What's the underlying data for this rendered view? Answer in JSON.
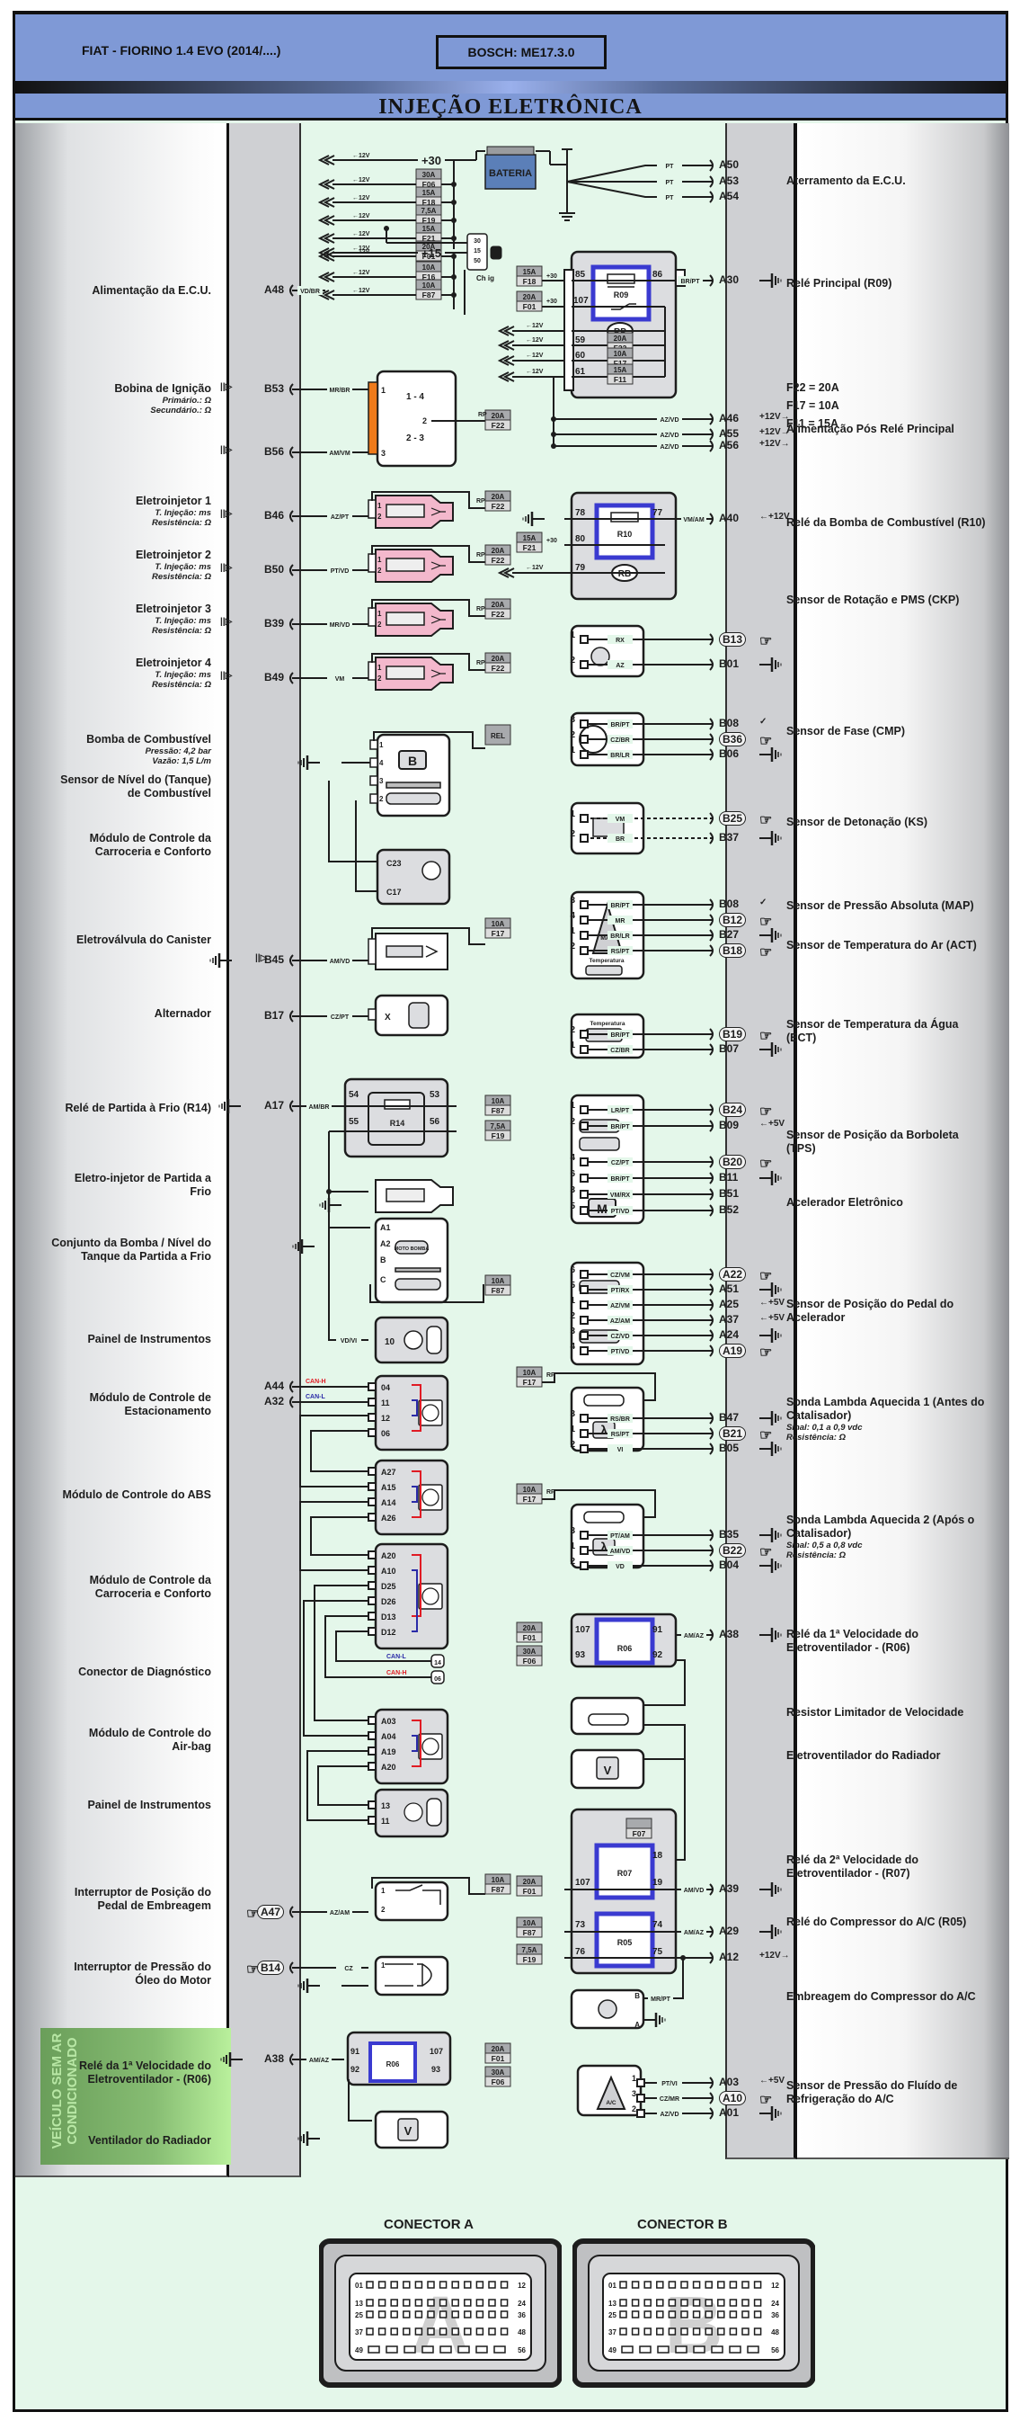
{
  "header": {
    "vehicle": "FIAT - FIORINO 1.4 EVO (2014/....)",
    "ecu": "BOSCH: ME17.3.0",
    "section_title": "INJEÇÃO ELETRÔNICA"
  },
  "colors": {
    "header_blue": "#7f99d6",
    "diagram_bg": "#e4f7ea",
    "relay_highlight": "#3a3ad0",
    "injector_pink": "#f3b8cc",
    "can_h": "#e01b24",
    "can_l": "#2b2ba8",
    "battery": "#5b7fb8",
    "ac_green": "#87bd73"
  },
  "left_components": [
    {
      "title": "Alimentação da E.C.U.",
      "pin": "A48",
      "wire": "VD/BR"
    },
    {
      "title": "Bobina de Ignição",
      "lines": [
        "Primário.: Ω",
        "Secundário.: Ω"
      ],
      "pins": [
        "B53",
        "B56"
      ],
      "wires": [
        "MR/BR",
        "AM/VM"
      ],
      "coil_pairs": [
        "1 - 4",
        "2 - 3"
      ]
    },
    {
      "title": "Eletroinjetor 1",
      "lines": [
        "T. Injeção: ms",
        "Resistência: Ω"
      ],
      "pin": "B46",
      "wire": "AZ/PT"
    },
    {
      "title": "Eletroinjetor 2",
      "lines": [
        "T. Injeção: ms",
        "Resistência: Ω"
      ],
      "pin": "B50",
      "wire": "PT/VD"
    },
    {
      "title": "Eletroinjetor 3",
      "lines": [
        "T. Injeção: ms",
        "Resistência: Ω"
      ],
      "pin": "B39",
      "wire": "MR/VD"
    },
    {
      "title": "Eletroinjetor 4",
      "lines": [
        "T. Injeção: ms",
        "Resistência: Ω"
      ],
      "pin": "B49",
      "wire": "VM"
    },
    {
      "title": "Bomba de Combustível",
      "lines": [
        "Pressão: 4,2 bar",
        "Vazão: 1,5 L/m"
      ]
    },
    {
      "title": "Sensor de Nível do (Tanque) de Combustível"
    },
    {
      "title": "Módulo de Controle da Carroceria e Conforto",
      "pins": [
        "C23",
        "C17"
      ]
    },
    {
      "title": "Eletroválvula do Canister",
      "pin": "B45",
      "wire": "AM/VD"
    },
    {
      "title": "Alternador",
      "pin": "B17",
      "wire": "CZ/PT"
    },
    {
      "title": "Relé de Partida à Frio (R14)",
      "pin": "A17",
      "wire": "AM/BR"
    },
    {
      "title": "Eletro-injetor de Partida a Frio"
    },
    {
      "title": "Conjunto da Bomba / Nível do Tanque da Partida a Frio",
      "pump_label": "MOTO BOMBA"
    },
    {
      "title": "Painel de Instrumentos",
      "wire": "VD/VI",
      "pins": [
        "10"
      ]
    },
    {
      "title": "Módulo de Controle de Estacionamento",
      "ecu_pins": [
        "A44",
        "A32"
      ],
      "pins": [
        "04",
        "11",
        "12",
        "06"
      ]
    },
    {
      "title": "Módulo de Controle do ABS",
      "pins": [
        "A27",
        "A15",
        "A14",
        "A26"
      ]
    },
    {
      "title": "Módulo de Controle da Carroceria e Conforto",
      "pins": [
        "A20",
        "A10",
        "D25",
        "D26",
        "D13",
        "D12"
      ]
    },
    {
      "title": "Conector de Diagnóstico",
      "pins": [
        "14",
        "06"
      ]
    },
    {
      "title": "Módulo de Controle do Air-bag",
      "pins": [
        "A03",
        "A04",
        "A19",
        "A20"
      ]
    },
    {
      "title": "Painel de Instrumentos",
      "pins": [
        "13",
        "11"
      ]
    },
    {
      "title": "Interruptor de Posição do Pedal de Embreagem",
      "pin": "A47",
      "wire": "AZ/AM"
    },
    {
      "title": "Interruptor de Pressão do Óleo do Motor",
      "pin": "B14",
      "wire": "CZ"
    }
  ],
  "ac_section": {
    "vertical_label": "VEÍCULO SEM AR CONDICIONADO",
    "items": [
      "Relé da 1ª Velocidade do Eletroventilador - (R06)",
      "Ventilador do Radiador"
    ],
    "pin": "A38",
    "wire": "AM/AZ"
  },
  "right_components": [
    {
      "title": "Aterramento da E.C.U.",
      "pins": [
        "A50",
        "A53",
        "A54"
      ],
      "wire": "PT"
    },
    {
      "title": "Relé Principal (R09)",
      "pins": [
        "A30"
      ],
      "wire": "BR/PT"
    },
    {
      "title": "F22 = 20A"
    },
    {
      "title": "F17 = 10A"
    },
    {
      "title": "F11 = 15A"
    },
    {
      "title": "Alimentação Pós Relé Principal",
      "pins": [
        "A46",
        "A55",
        "A56"
      ],
      "wire": "AZ/VD"
    },
    {
      "title": "Relé da Bomba de Combustível (R10)",
      "pins": [
        "A40"
      ],
      "wire": "VM/AM"
    },
    {
      "title": "Sensor de Rotação e PMS (CKP)",
      "pins": [
        "B13",
        "B01"
      ],
      "wires": [
        "RX",
        "AZ"
      ]
    },
    {
      "title": "Sensor de Fase (CMP)",
      "pins": [
        "B08",
        "B36",
        "B06"
      ],
      "wires": [
        "BR/PT",
        "CZ/BR",
        "BR/LR"
      ]
    },
    {
      "title": "Sensor de Detonação (KS)",
      "pins": [
        "B25",
        "B37"
      ],
      "wires": [
        "VM",
        "BR"
      ]
    },
    {
      "title": "Sensor de Pressão Absoluta (MAP)",
      "pins": [
        "B08",
        "B12"
      ],
      "wires": [
        "BR/PT",
        "MR"
      ]
    },
    {
      "title": "Sensor de Temperatura do Ar (ACT)",
      "pins": [
        "B27",
        "B18"
      ],
      "wires": [
        "BR/LR",
        "RS/PT"
      ]
    },
    {
      "title": "Sensor de Temperatura da Água (ECT)",
      "pins": [
        "B19",
        "B07"
      ],
      "wires": [
        "BR/PT",
        "CZ/BR"
      ]
    },
    {
      "title": "Sensor de Posição da Borboleta (TPS)",
      "pins": [
        "B24",
        "B09",
        "B20",
        "B11"
      ],
      "wires": [
        "LR/PT",
        "BR/PT",
        "CZ/PT",
        "BR/PT"
      ]
    },
    {
      "title": "Acelerador Eletrônico",
      "pins": [
        "B51",
        "B52"
      ],
      "wires": [
        "VM/RX",
        "PT/VD"
      ]
    },
    {
      "title": "Sensor de Posição do Pedal do Acelerador",
      "pins": [
        "A22",
        "A51",
        "A25",
        "A37",
        "A24",
        "A19"
      ],
      "wires": [
        "CZ/VM",
        "PT/RX",
        "AZ/VM",
        "AZ/AM",
        "CZ/VD",
        "PT/VD"
      ]
    },
    {
      "title": "Sonda Lambda Aquecida 1 (Antes do Catalisador)",
      "lines": [
        "Sinal: 0,1 a 0,9 vdc",
        "Resistência: Ω"
      ],
      "pins": [
        "B47",
        "B21",
        "B05"
      ],
      "wires": [
        "RS/BR",
        "RS/PT",
        "VI"
      ]
    },
    {
      "title": "Sonda Lambda Aquecida 2 (Após o Catalisador)",
      "lines": [
        "Sinal: 0,5 a 0,8 vdc",
        "Resistência: Ω"
      ],
      "pins": [
        "B35",
        "B22",
        "B04"
      ],
      "wires": [
        "PT/AM",
        "AM/VD",
        "VD"
      ]
    },
    {
      "title": "Relé da 1ª Velocidade do Eletroventilador - (R06)",
      "pins": [
        "A38"
      ],
      "wire": "AM/AZ"
    },
    {
      "title": "Resistor Limitador de Velocidade"
    },
    {
      "title": "Eletroventilador do Radiador"
    },
    {
      "title": "Relé da 2ª Velocidade do Eletroventilador - (R07)",
      "pins": [
        "A39"
      ],
      "wire": "AM/VD"
    },
    {
      "title": "Relé do Compressor do A/C (R05)",
      "pins": [
        "A29",
        "A12"
      ],
      "wire": "AM/AZ"
    },
    {
      "title": "Embreagem do Compressor do A/C",
      "wire": "MR/PT"
    },
    {
      "title": "Sensor de Pressão do Fluído de Refrigeração do A/C",
      "pins": [
        "A03",
        "A10",
        "A01"
      ],
      "wires": [
        "PT/VI",
        "CZ/MR",
        "AZ/VD"
      ]
    }
  ],
  "power": {
    "battery_label": "BATERIA",
    "plus30": "+30",
    "plus15": "+15",
    "voltage": "12V",
    "ignition_label": "Ch ig",
    "ignition_terminals": [
      "30",
      "15",
      "50"
    ],
    "fuses_30": [
      {
        "amp": "30A",
        "id": "F06"
      },
      {
        "amp": "15A",
        "id": "F18"
      },
      {
        "amp": "7,5A",
        "id": "F19"
      },
      {
        "amp": "15A",
        "id": "F21"
      },
      {
        "amp": "20A",
        "id": "F01"
      }
    ],
    "fuses_15": [
      {
        "amp": "10A",
        "id": "F16"
      },
      {
        "amp": "10A",
        "id": "F87"
      }
    ]
  },
  "relays": {
    "r09": {
      "label": "R09",
      "terminals": [
        "85",
        "86",
        "107",
        "59",
        "60",
        "61"
      ],
      "rp": "RP",
      "fuses": [
        {
          "amp": "20A",
          "id": "F22"
        },
        {
          "amp": "10A",
          "id": "F17"
        },
        {
          "amp": "15A",
          "id": "F11"
        }
      ]
    },
    "r10": {
      "label": "R10",
      "terminals": [
        "78",
        "77",
        "80",
        "79"
      ],
      "rb": "RB"
    },
    "r14": {
      "label": "R14",
      "terminals": [
        "54",
        "53",
        "55",
        "56"
      ]
    },
    "r06": {
      "label": "R06",
      "terminals": [
        "107",
        "91",
        "93",
        "92"
      ]
    },
    "r07": {
      "label": "R07",
      "terminals": [
        "18",
        "107",
        "19"
      ],
      "fuse": "F07"
    },
    "r05": {
      "label": "R05",
      "terminals": [
        "73",
        "74",
        "76",
        "75"
      ]
    }
  },
  "connectors": [
    {
      "title": "CONECTOR A",
      "letter": "A",
      "rows": [
        [
          "01",
          "12"
        ],
        [
          "13",
          "24"
        ],
        [
          "25",
          "36"
        ],
        [
          "37",
          "48"
        ],
        [
          "49",
          "56"
        ]
      ]
    },
    {
      "title": "CONECTOR B",
      "letter": "B",
      "rows": [
        [
          "01",
          "12"
        ],
        [
          "13",
          "24"
        ],
        [
          "25",
          "36"
        ],
        [
          "37",
          "48"
        ],
        [
          "49",
          "56"
        ]
      ]
    }
  ]
}
